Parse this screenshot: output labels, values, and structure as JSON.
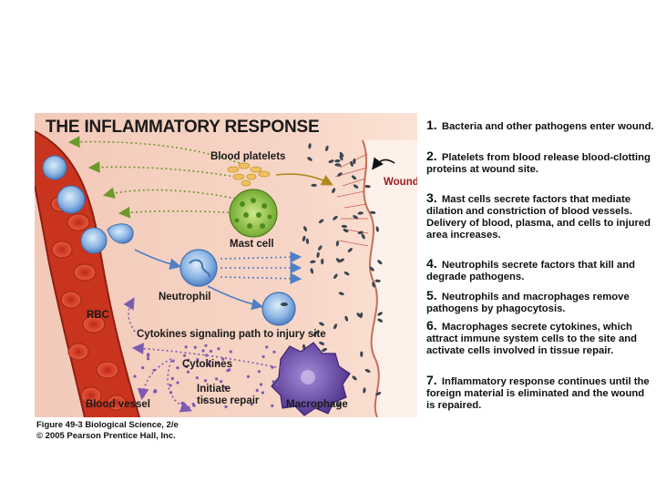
{
  "figure": {
    "title": "THE INFLAMMATORY RESPONSE",
    "labels": {
      "blood_platelets": "Blood platelets",
      "wound": "Wound",
      "mast_cell": "Mast cell",
      "neutrophil": "Neutrophil",
      "rbc": "RBC",
      "cytokines_path": "Cytokines signaling path to injury site",
      "cytokines": "Cytokines",
      "initiate_line1": "Initiate",
      "initiate_line2": "tissue repair",
      "macrophage": "Macrophage",
      "blood_vessel": "Blood vessel"
    }
  },
  "steps": [
    {
      "number": "1.",
      "text": "Bacteria and other pathogens enter wound."
    },
    {
      "number": "2.",
      "text": "Platelets from blood release blood-clotting proteins at wound site."
    },
    {
      "number": "3.",
      "text": "Mast cells secrete factors that mediate dilation and constriction of blood vessels. Delivery of blood, plasma, and cells to injured area increases."
    },
    {
      "number": "4.",
      "text": "Neutrophils secrete factors that kill and degrade pathogens."
    },
    {
      "number": "5.",
      "text": "Neutrophils and macrophages remove pathogens by phagocytosis."
    },
    {
      "number": "6.",
      "text": "Macrophages secrete cytokines, which attract immune system cells to the site and activate cells involved in tissue repair."
    },
    {
      "number": "7.",
      "text": "Inflammatory response continues until the foreign material is eliminated and the wound is repaired."
    }
  ],
  "caption": {
    "line1": "Figure 49-3  Biological Science, 2/e",
    "line2": "© 2005 Pearson Prentice Hall, Inc."
  },
  "colors": {
    "tissue_background": "#f6d2c3",
    "blood_vessel": "#c9341f",
    "red_blood_cell": "#d8422c",
    "mast_cell": "#8cc43a",
    "immune_cell": "#5b8fd0",
    "macrophage": "#5a3f98",
    "platelet": "#f0c060",
    "wound_label": "#9b1c1c",
    "pathogen": "#3a4550"
  }
}
